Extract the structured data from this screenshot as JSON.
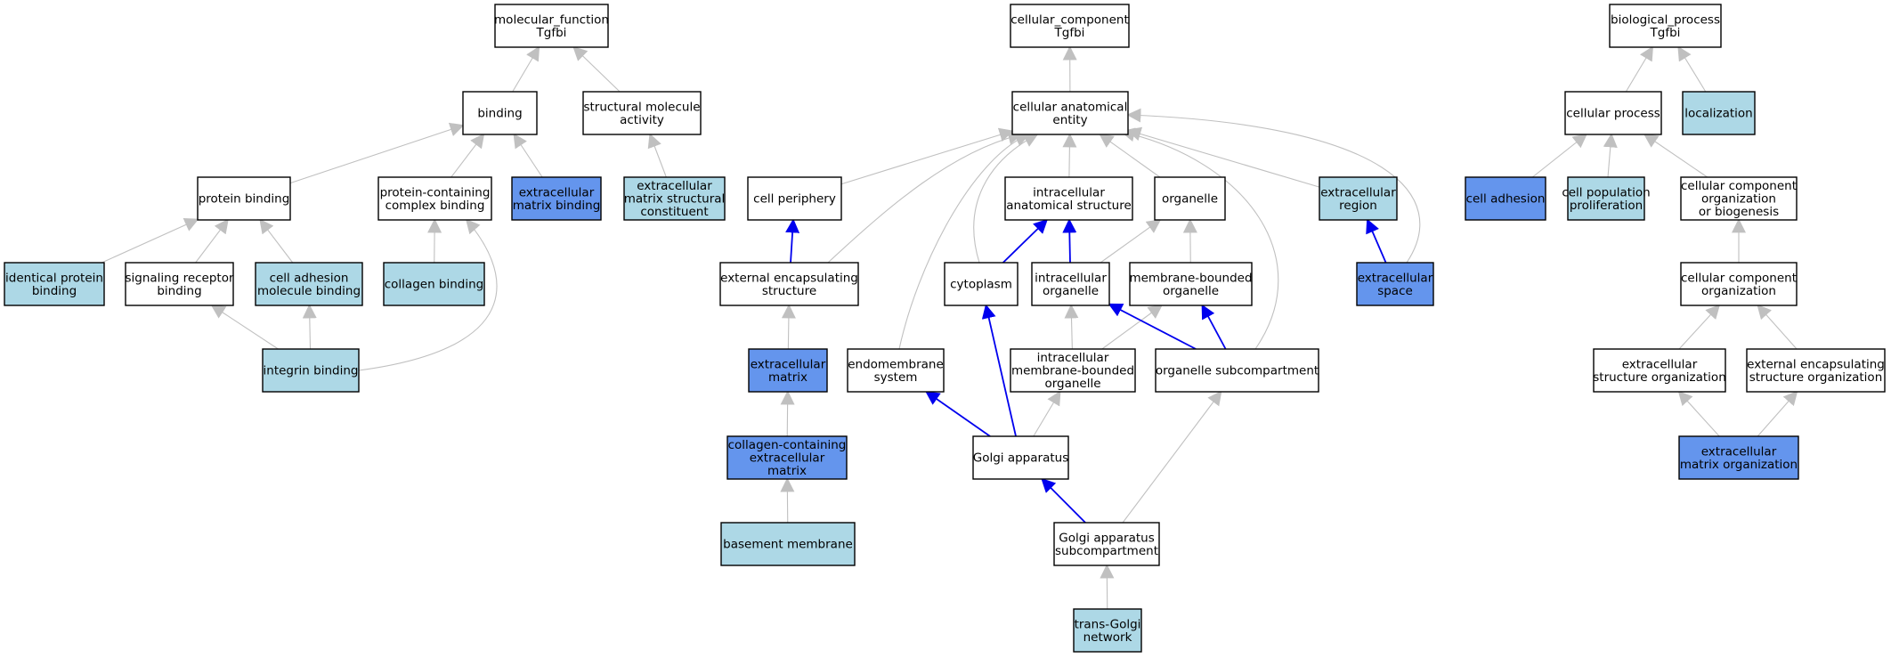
{
  "colors": {
    "white": "#ffffff",
    "light_blue": "#add8e6",
    "cornflower": "#6495ed",
    "edge_gray": "#c0c0c0",
    "edge_blue": "#0000ee",
    "border": "#000000"
  },
  "nodes": [
    {
      "id": "mf",
      "label": [
        "molecular_function",
        "Tgfbi"
      ],
      "fill": "white"
    },
    {
      "id": "binding",
      "label": [
        "binding"
      ],
      "fill": "white"
    },
    {
      "id": "sma",
      "label": [
        "structural molecule",
        "activity"
      ],
      "fill": "white"
    },
    {
      "id": "protein_binding",
      "label": [
        "protein binding"
      ],
      "fill": "white"
    },
    {
      "id": "pccb",
      "label": [
        "protein-containing",
        "complex binding"
      ],
      "fill": "white"
    },
    {
      "id": "emb",
      "label": [
        "extracellular",
        "matrix binding"
      ],
      "fill": "cornflower"
    },
    {
      "id": "emsc",
      "label": [
        "extracellular",
        "matrix structural",
        "constituent"
      ],
      "fill": "light_blue"
    },
    {
      "id": "ipb",
      "label": [
        "identical protein",
        "binding"
      ],
      "fill": "light_blue"
    },
    {
      "id": "srb",
      "label": [
        "signaling receptor",
        "binding"
      ],
      "fill": "white"
    },
    {
      "id": "camb",
      "label": [
        "cell adhesion",
        "molecule binding"
      ],
      "fill": "light_blue"
    },
    {
      "id": "collagen_binding",
      "label": [
        "collagen binding"
      ],
      "fill": "light_blue"
    },
    {
      "id": "integrin",
      "label": [
        "integrin binding"
      ],
      "fill": "light_blue"
    },
    {
      "id": "cc",
      "label": [
        "cellular_component",
        "Tgfbi"
      ],
      "fill": "white"
    },
    {
      "id": "cae",
      "label": [
        "cellular anatomical",
        "entity"
      ],
      "fill": "white"
    },
    {
      "id": "cell_periphery",
      "label": [
        "cell periphery"
      ],
      "fill": "white"
    },
    {
      "id": "ias",
      "label": [
        "intracellular",
        "anatomical structure"
      ],
      "fill": "white"
    },
    {
      "id": "organelle",
      "label": [
        "organelle"
      ],
      "fill": "white"
    },
    {
      "id": "ecr",
      "label": [
        "extracellular",
        "region"
      ],
      "fill": "light_blue"
    },
    {
      "id": "ees",
      "label": [
        "external encapsulating",
        "structure"
      ],
      "fill": "white"
    },
    {
      "id": "cytoplasm",
      "label": [
        "cytoplasm"
      ],
      "fill": "white"
    },
    {
      "id": "io",
      "label": [
        "intracellular",
        "organelle"
      ],
      "fill": "white"
    },
    {
      "id": "mbo",
      "label": [
        "membrane-bounded",
        "organelle"
      ],
      "fill": "white"
    },
    {
      "id": "ecs",
      "label": [
        "extracellular",
        "space"
      ],
      "fill": "cornflower"
    },
    {
      "id": "ecm",
      "label": [
        "extracellular",
        "matrix"
      ],
      "fill": "cornflower"
    },
    {
      "id": "endo",
      "label": [
        "endomembrane",
        "system"
      ],
      "fill": "white"
    },
    {
      "id": "imbo",
      "label": [
        "intracellular",
        "membrane-bounded",
        "organelle"
      ],
      "fill": "white"
    },
    {
      "id": "osc",
      "label": [
        "organelle subcompartment"
      ],
      "fill": "white"
    },
    {
      "id": "ccecm",
      "label": [
        "collagen-containing",
        "extracellular",
        "matrix"
      ],
      "fill": "cornflower"
    },
    {
      "id": "golgi",
      "label": [
        "Golgi apparatus"
      ],
      "fill": "white"
    },
    {
      "id": "bm",
      "label": [
        "basement membrane"
      ],
      "fill": "light_blue"
    },
    {
      "id": "gas",
      "label": [
        "Golgi apparatus",
        "subcompartment"
      ],
      "fill": "white"
    },
    {
      "id": "tgn",
      "label": [
        "trans-Golgi",
        "network"
      ],
      "fill": "light_blue"
    },
    {
      "id": "bp",
      "label": [
        "biological_process",
        "Tgfbi"
      ],
      "fill": "white"
    },
    {
      "id": "cp",
      "label": [
        "cellular process"
      ],
      "fill": "white"
    },
    {
      "id": "loc",
      "label": [
        "localization"
      ],
      "fill": "light_blue"
    },
    {
      "id": "ca",
      "label": [
        "cell adhesion"
      ],
      "fill": "cornflower"
    },
    {
      "id": "cpp",
      "label": [
        "cell population",
        "proliferation"
      ],
      "fill": "light_blue"
    },
    {
      "id": "ccob",
      "label": [
        "cellular component",
        "organization",
        "or biogenesis"
      ],
      "fill": "white"
    },
    {
      "id": "cco",
      "label": [
        "cellular component",
        "organization"
      ],
      "fill": "white"
    },
    {
      "id": "eso",
      "label": [
        "extracellular",
        "structure organization"
      ],
      "fill": "white"
    },
    {
      "id": "eeso",
      "label": [
        "external encapsulating",
        "structure organization"
      ],
      "fill": "white"
    },
    {
      "id": "emo",
      "label": [
        "extracellular",
        "matrix organization"
      ],
      "fill": "cornflower"
    }
  ],
  "edges": [
    {
      "from": "binding",
      "to": "mf",
      "color": "gray"
    },
    {
      "from": "sma",
      "to": "mf",
      "color": "gray"
    },
    {
      "from": "protein_binding",
      "to": "binding",
      "color": "gray"
    },
    {
      "from": "pccb",
      "to": "binding",
      "color": "gray"
    },
    {
      "from": "emb",
      "to": "binding",
      "color": "gray"
    },
    {
      "from": "emsc",
      "to": "sma",
      "color": "gray"
    },
    {
      "from": "ipb",
      "to": "protein_binding",
      "color": "gray"
    },
    {
      "from": "srb",
      "to": "protein_binding",
      "color": "gray"
    },
    {
      "from": "camb",
      "to": "protein_binding",
      "color": "gray"
    },
    {
      "from": "collagen_binding",
      "to": "pccb",
      "color": "gray"
    },
    {
      "from": "integrin",
      "to": "srb",
      "color": "gray"
    },
    {
      "from": "integrin",
      "to": "camb",
      "color": "gray"
    },
    {
      "from": "integrin",
      "to": "pccb",
      "color": "gray",
      "curve": "integrin-pccb"
    },
    {
      "from": "cae",
      "to": "cc",
      "color": "gray"
    },
    {
      "from": "cell_periphery",
      "to": "cae",
      "color": "gray"
    },
    {
      "from": "ias",
      "to": "cae",
      "color": "gray"
    },
    {
      "from": "organelle",
      "to": "cae",
      "color": "gray"
    },
    {
      "from": "ecr",
      "to": "cae",
      "color": "gray"
    },
    {
      "from": "ees",
      "to": "cae",
      "color": "gray",
      "curve": "ees-cae"
    },
    {
      "from": "ees",
      "to": "cell_periphery",
      "color": "blue"
    },
    {
      "from": "cytoplasm",
      "to": "cae",
      "color": "gray",
      "curve": "cyt-cae"
    },
    {
      "from": "cytoplasm",
      "to": "ias",
      "color": "blue"
    },
    {
      "from": "io",
      "to": "ias",
      "color": "blue"
    },
    {
      "from": "io",
      "to": "organelle",
      "color": "gray"
    },
    {
      "from": "mbo",
      "to": "organelle",
      "color": "gray"
    },
    {
      "from": "ecs",
      "to": "ecr",
      "color": "blue"
    },
    {
      "from": "ecs",
      "to": "cae",
      "color": "gray",
      "curve": "ecs-cae"
    },
    {
      "from": "ecm",
      "to": "ees",
      "color": "gray"
    },
    {
      "from": "endo",
      "to": "cae",
      "color": "gray",
      "curve": "endo-cae"
    },
    {
      "from": "imbo",
      "to": "io",
      "color": "gray"
    },
    {
      "from": "imbo",
      "to": "mbo",
      "color": "gray"
    },
    {
      "from": "osc",
      "to": "io",
      "color": "blue"
    },
    {
      "from": "osc",
      "to": "mbo",
      "color": "blue"
    },
    {
      "from": "osc",
      "to": "cae",
      "color": "gray",
      "curve": "osc-cae"
    },
    {
      "from": "ccecm",
      "to": "ecm",
      "color": "gray"
    },
    {
      "from": "golgi",
      "to": "endo",
      "color": "blue"
    },
    {
      "from": "golgi",
      "to": "cytoplasm",
      "color": "blue"
    },
    {
      "from": "golgi",
      "to": "imbo",
      "color": "gray"
    },
    {
      "from": "bm",
      "to": "ccecm",
      "color": "gray"
    },
    {
      "from": "gas",
      "to": "golgi",
      "color": "blue"
    },
    {
      "from": "gas",
      "to": "osc",
      "color": "gray"
    },
    {
      "from": "tgn",
      "to": "gas",
      "color": "gray"
    },
    {
      "from": "cp",
      "to": "bp",
      "color": "gray"
    },
    {
      "from": "loc",
      "to": "bp",
      "color": "gray"
    },
    {
      "from": "ca",
      "to": "cp",
      "color": "gray"
    },
    {
      "from": "cpp",
      "to": "cp",
      "color": "gray"
    },
    {
      "from": "ccob",
      "to": "cp",
      "color": "gray"
    },
    {
      "from": "cco",
      "to": "ccob",
      "color": "gray"
    },
    {
      "from": "eso",
      "to": "cco",
      "color": "gray"
    },
    {
      "from": "eeso",
      "to": "cco",
      "color": "gray"
    },
    {
      "from": "emo",
      "to": "eso",
      "color": "gray"
    },
    {
      "from": "emo",
      "to": "eeso",
      "color": "gray"
    }
  ]
}
